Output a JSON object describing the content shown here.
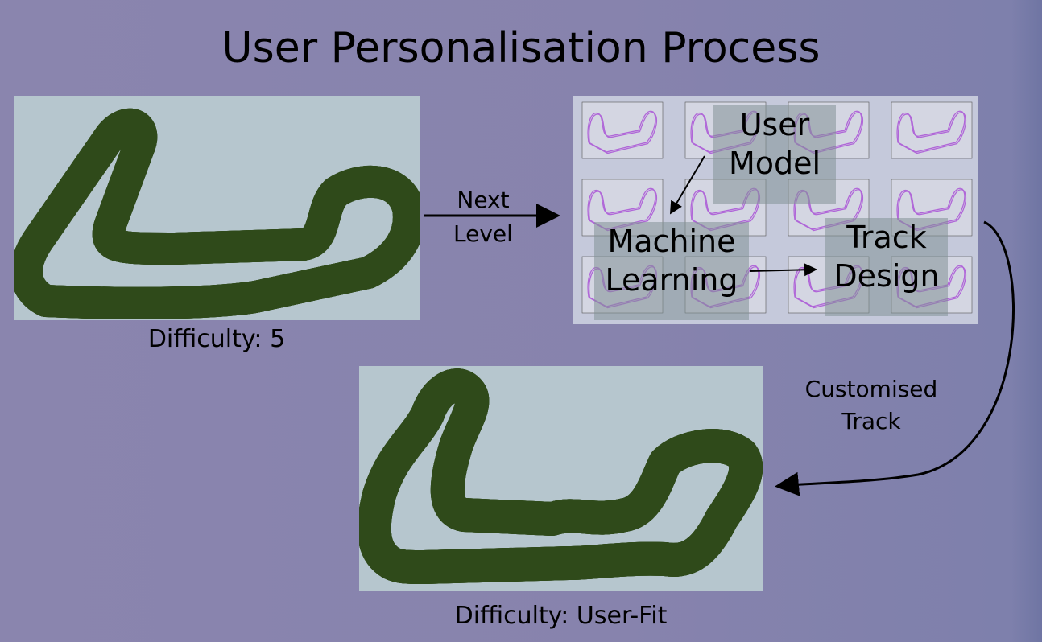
{
  "title": "User Personalisation Process",
  "left_panel": {
    "caption": "Difficulty: 5"
  },
  "arrow_next": {
    "line1": "Next",
    "line2": "Level"
  },
  "process": {
    "user_model": {
      "line1": "User",
      "line2": "Model"
    },
    "machine_learning": {
      "line1": "Machine",
      "line2": "Learning"
    },
    "track_design": {
      "line1": "Track",
      "line2": "Design"
    }
  },
  "arrow_custom": {
    "line1": "Customised",
    "line2": "Track"
  },
  "bottom_panel": {
    "caption": "Difficulty: User-Fit"
  },
  "colors": {
    "grass": "#55702e",
    "road": "#3d3a3e",
    "track_plot": "#b066d8",
    "background": "#8783ad"
  }
}
